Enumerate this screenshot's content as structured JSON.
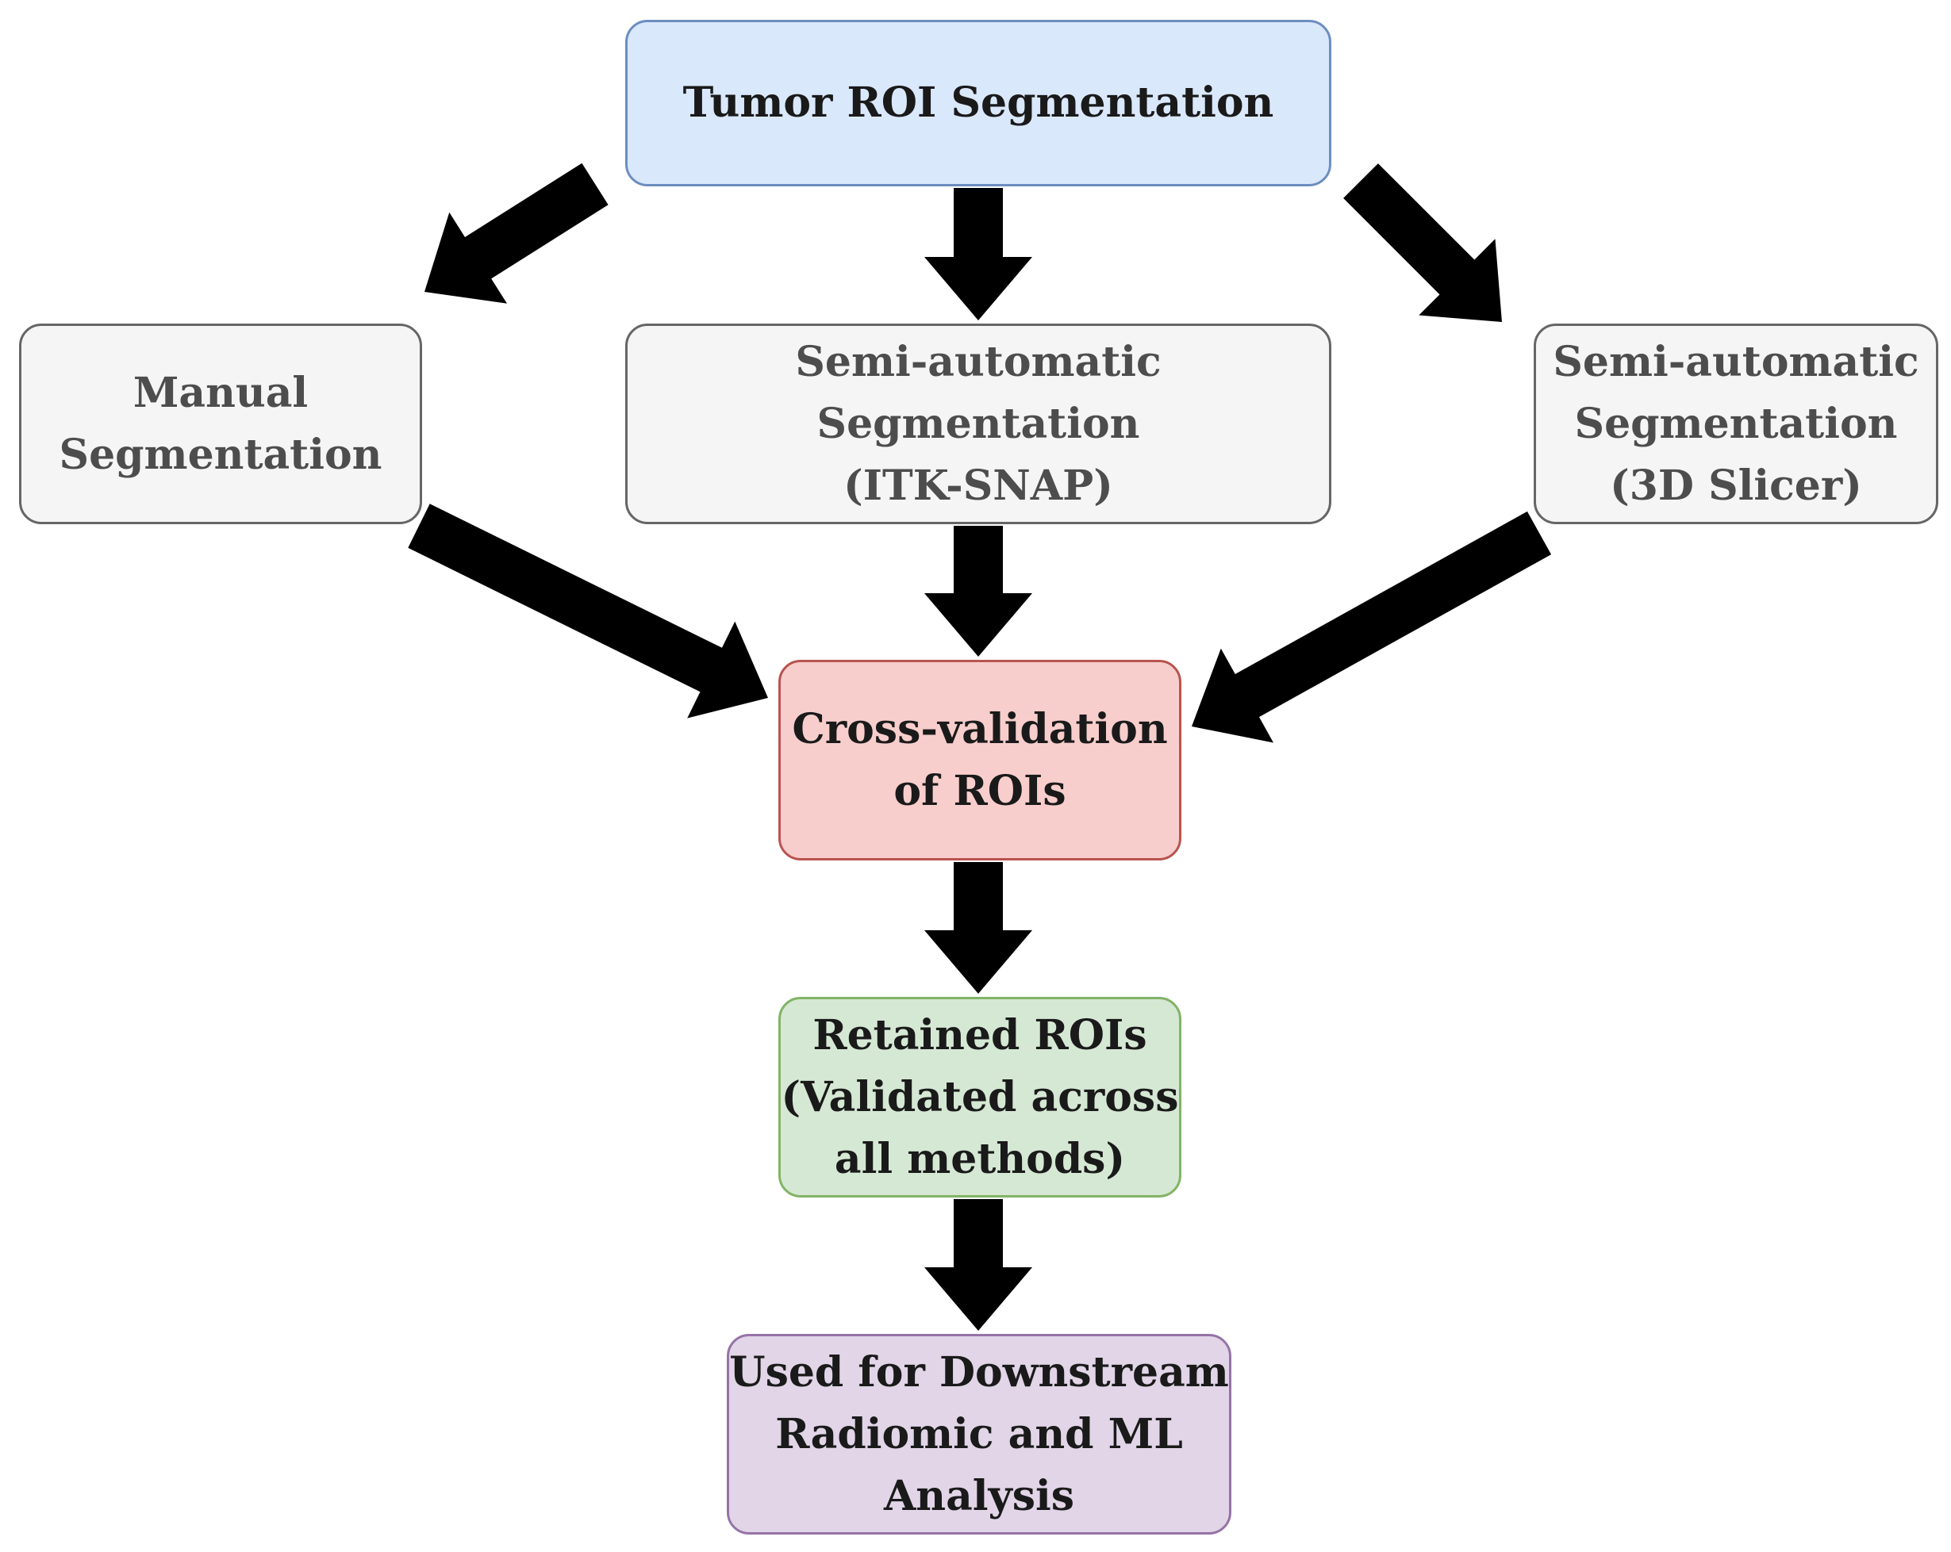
{
  "colors": {
    "arrow": "#000000",
    "text": "#1a1a1a",
    "muted_text": "#4d4d4d",
    "top_fill": "#dae8fc",
    "top_border": "#6c8ebf",
    "step_fill": "#f5f5f5",
    "step_border": "#666666",
    "cross_fill": "#f8cecc",
    "cross_border": "#b85450",
    "retain_fill": "#d5e8d4",
    "retain_border": "#82b366",
    "down_fill": "#e1d5e7",
    "down_border": "#9673a6"
  },
  "nodes": {
    "top": "Tumor ROI Segmentation",
    "manual": "Manual\nSegmentation",
    "itk": "Semi-automatic Segmentation\n(ITK-SNAP)",
    "slicer": "Semi-automatic\nSegmentation\n(3D Slicer)",
    "cross": "Cross-validation\nof ROIs",
    "retain": "Retained ROIs\n(Validated across\nall methods)",
    "down": "Used for Downstream\nRadiomic and ML\nAnalysis"
  }
}
